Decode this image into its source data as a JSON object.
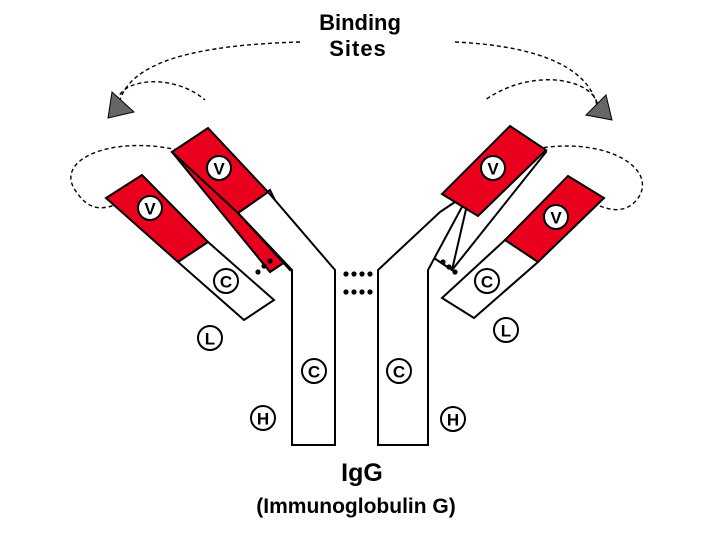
{
  "header": {
    "line1": "Binding",
    "line2": "Sites"
  },
  "footer": {
    "title": "IgG",
    "subtitle": "(Immunoglobulin G)"
  },
  "labels": {
    "variable": "V",
    "constant": "C",
    "light_chain": "L",
    "heavy_chain": "H"
  },
  "colors": {
    "variable_region": "#e8001c",
    "outline": "#000000",
    "title_blue": "#1c3fa8",
    "background": "#ffffff"
  }
}
